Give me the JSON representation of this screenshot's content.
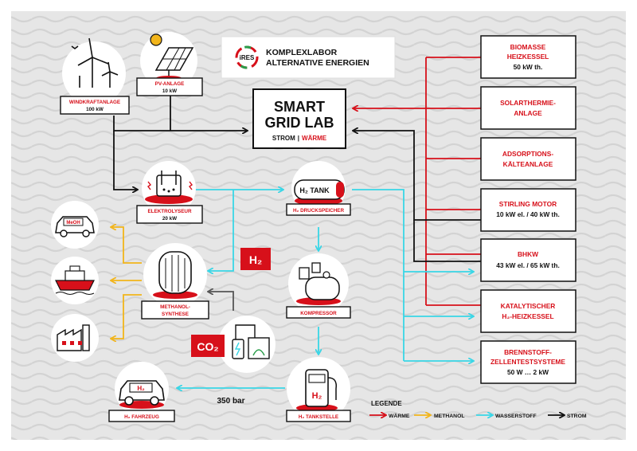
{
  "colors": {
    "background": "#e6e6e6",
    "heat": "#d7101a",
    "methanol": "#f2b51b",
    "hydrogen": "#39d6e6",
    "power": "#111111"
  },
  "logo": {
    "mark": "iRES",
    "line1": "KOMPLEXLABOR",
    "line2": "ALTERNATIVE ENERGIEN"
  },
  "center": {
    "line1": "SMART",
    "line2": "GRID LAB",
    "strom": "STROM",
    "separator": "|",
    "waerme": "WÄRME"
  },
  "nodes": {
    "wind": {
      "label": "WINDKRAFTANLAGE",
      "value": "100 kW",
      "icon": "wind-turbine-icon"
    },
    "pv": {
      "label": "PV-ANLAGE",
      "value": "10 kW",
      "icon": "solar-panel-icon"
    },
    "electrolyseur": {
      "label": "ELEKTROLYSEUR",
      "value": "20 kW",
      "icon": "electrolyzer-icon"
    },
    "h2tank": {
      "label": "H₂ DRUCKSPEICHER",
      "tank_text": "H₂ TANK",
      "icon": "hydrogen-tank-icon"
    },
    "methanol": {
      "label1": "METHANOL-",
      "label2": "SYNTHESE",
      "icon": "reactor-icon"
    },
    "kompressor": {
      "label": "KOMPRESSOR",
      "icon": "compressor-icon"
    },
    "tankstelle": {
      "label": "H₂ TANKSTELLE",
      "pump_text": "H₂",
      "icon": "fuel-pump-icon"
    },
    "fahrzeug": {
      "label": "H₂ FAHRZEUG",
      "car_text": "H₂",
      "icon": "car-icon"
    },
    "meoh_car": {
      "car_text": "MeOH",
      "icon": "car-icon"
    },
    "ship": {
      "icon": "ship-icon"
    },
    "factory": {
      "icon": "factory-icon"
    }
  },
  "badges": {
    "h2": "H₂",
    "co2": "CO₂"
  },
  "pressure": "350 bar",
  "right_boxes": [
    {
      "line1": "BIOMASSE",
      "line2": "HEIZKESSEL",
      "value": "50 kW th."
    },
    {
      "line1": "SOLARTHERMIE-",
      "line2": "ANLAGE",
      "value": ""
    },
    {
      "line1": "ADSORPTIONS-",
      "line2": "KÄLTEANLAGE",
      "value": ""
    },
    {
      "line1": "STIRLING MOTOR",
      "line2": "",
      "value": "10 kW el. / 40 kW th."
    },
    {
      "line1": "BHKW",
      "line2": "",
      "value": "43 kW el. / 65 kW th."
    },
    {
      "line1": "KATALYTISCHER",
      "line2": "H₂-HEIZKESSEL",
      "value": ""
    },
    {
      "line1": "BRENNSTOFF-",
      "line2": "ZELLENTESTSYSTEME",
      "value": "50 W … 2 kW"
    }
  ],
  "legend": {
    "title": "LEGENDE",
    "items": [
      {
        "label": "WÄRME",
        "color": "#d7101a"
      },
      {
        "label": "METHANOL",
        "color": "#f2b51b"
      },
      {
        "label": "WASSERSTOFF",
        "color": "#39d6e6"
      },
      {
        "label": "STROM",
        "color": "#111111"
      }
    ]
  }
}
